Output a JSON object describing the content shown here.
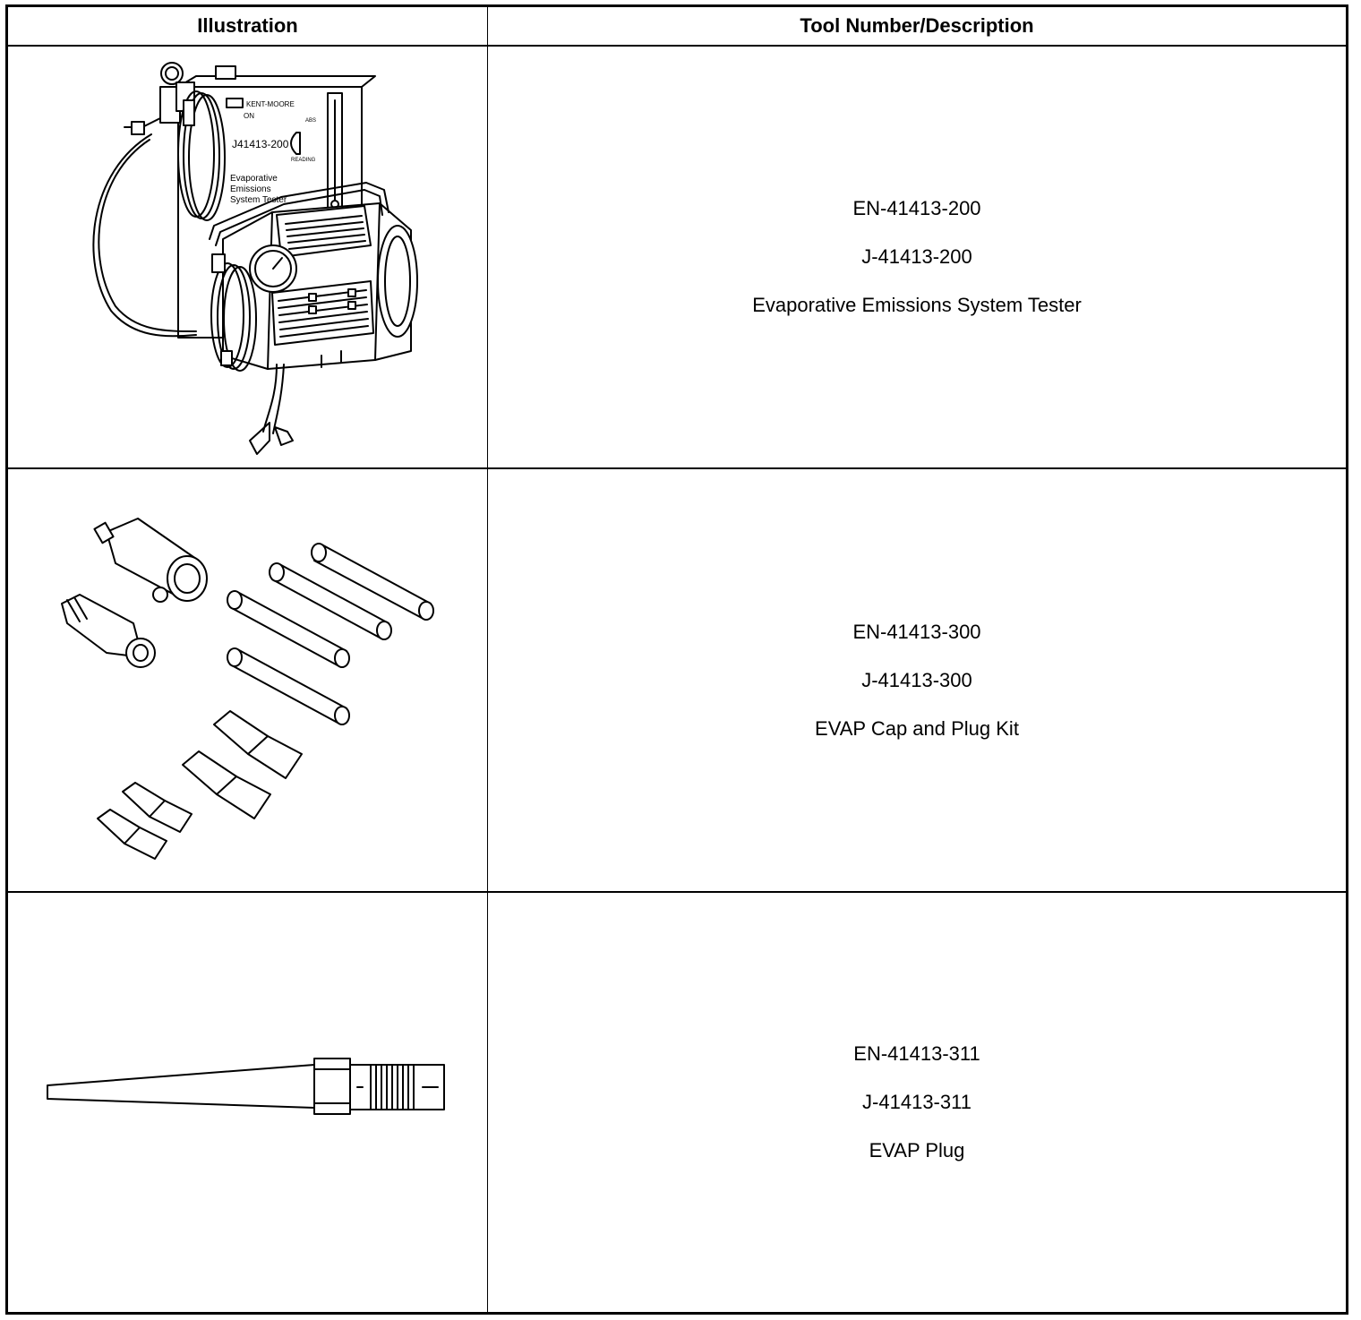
{
  "header": {
    "illustration": "Illustration",
    "tool": "Tool Number/Description"
  },
  "rows": [
    {
      "numbers": [
        "EN-41413-200",
        "J-41413-200"
      ],
      "description": "Evaporative Emissions System Tester",
      "label_text": {
        "brand": "KENT-MOORE",
        "model": "J41413-200",
        "side1": "Evaporative",
        "side2": "Emissions",
        "side3": "System Tester",
        "on": "ON",
        "abs": "ABS",
        "reading": "READING"
      }
    },
    {
      "numbers": [
        "EN-41413-300",
        "J-41413-300"
      ],
      "description": "EVAP Cap and Plug Kit"
    },
    {
      "numbers": [
        "EN-41413-311",
        "J-41413-311"
      ],
      "description": "EVAP Plug"
    }
  ]
}
